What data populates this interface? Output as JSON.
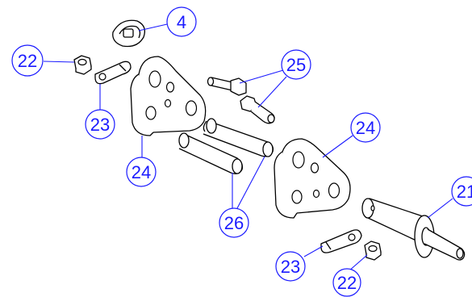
{
  "diagram": {
    "colors": {
      "callout": "#1a1aff",
      "line": "#000000",
      "background": "#ffffff"
    },
    "callouts": [
      {
        "id": "c4",
        "label": "4"
      },
      {
        "id": "c22a",
        "label": "22"
      },
      {
        "id": "c23a",
        "label": "23"
      },
      {
        "id": "c24a",
        "label": "24"
      },
      {
        "id": "c25",
        "label": "25"
      },
      {
        "id": "c24b",
        "label": "24"
      },
      {
        "id": "c26",
        "label": "26"
      },
      {
        "id": "c21",
        "label": "21"
      },
      {
        "id": "c23b",
        "label": "23"
      },
      {
        "id": "c22b",
        "label": "22"
      }
    ]
  }
}
